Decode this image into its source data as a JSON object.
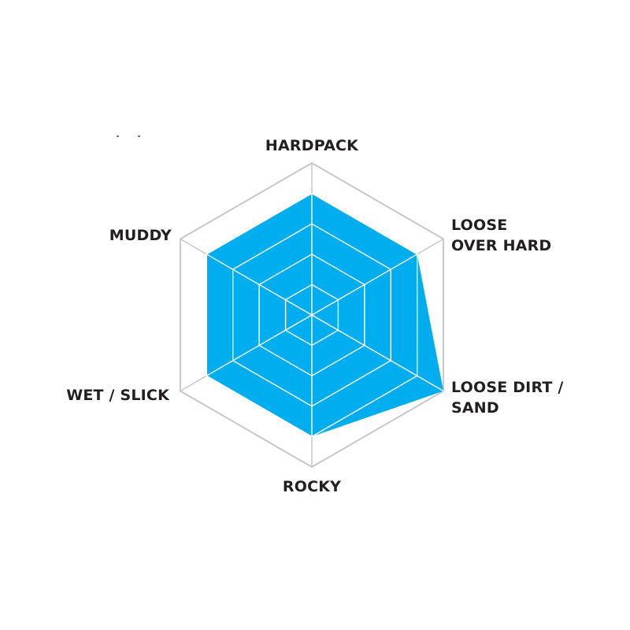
{
  "chart_data": {
    "type": "radar",
    "axes": [
      "HARDPACK",
      "LOOSE OVER HARD",
      "LOOSE DIRT / SAND",
      "ROCKY",
      "WET / SLICK",
      "MUDDY"
    ],
    "axis_labels": [
      {
        "lines": [
          "HARDPACK"
        ]
      },
      {
        "lines": [
          "LOOSE",
          "OVER HARD"
        ]
      },
      {
        "lines": [
          "LOOSE DIRT /",
          "SAND"
        ]
      },
      {
        "lines": [
          "ROCKY"
        ]
      },
      {
        "lines": [
          "WET / SLICK"
        ]
      },
      {
        "lines": [
          "MUDDY"
        ]
      }
    ],
    "series": [
      {
        "values": [
          4,
          4,
          5,
          4,
          4,
          4
        ],
        "color": "#00aeef"
      }
    ],
    "max": 5,
    "rings": 5,
    "grid_color": "#c8c8c8",
    "inner_grid_color": "#ffffff"
  }
}
